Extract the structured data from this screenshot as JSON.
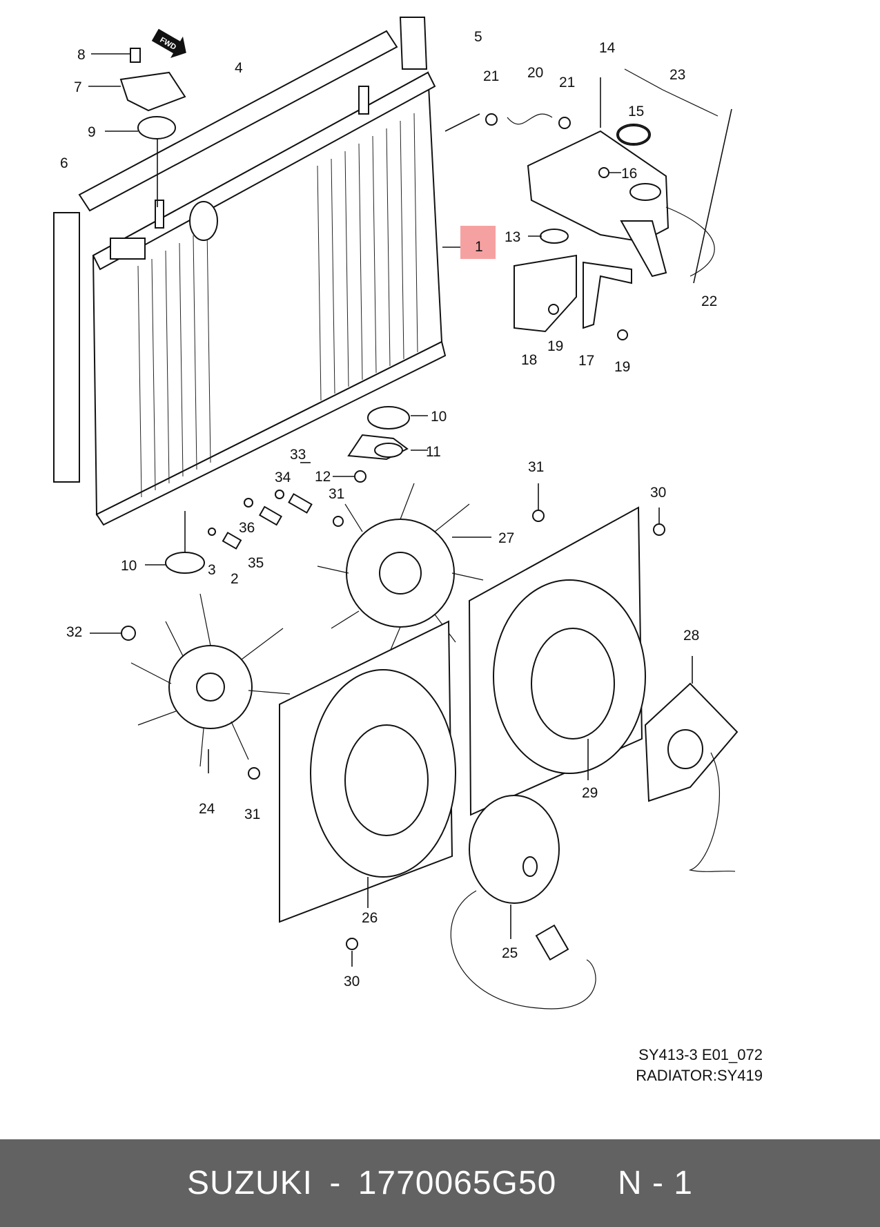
{
  "diagram": {
    "fwd_badge": "FWD",
    "highlighted_callout": "1",
    "callouts": [
      {
        "label": "1"
      },
      {
        "label": "2"
      },
      {
        "label": "3"
      },
      {
        "label": "4"
      },
      {
        "label": "5"
      },
      {
        "label": "6"
      },
      {
        "label": "7"
      },
      {
        "label": "8"
      },
      {
        "label": "9"
      },
      {
        "label": "10"
      },
      {
        "label": "10"
      },
      {
        "label": "10"
      },
      {
        "label": "11"
      },
      {
        "label": "12"
      },
      {
        "label": "13"
      },
      {
        "label": "14"
      },
      {
        "label": "15"
      },
      {
        "label": "16"
      },
      {
        "label": "17"
      },
      {
        "label": "18"
      },
      {
        "label": "19"
      },
      {
        "label": "19"
      },
      {
        "label": "20"
      },
      {
        "label": "21"
      },
      {
        "label": "21"
      },
      {
        "label": "22"
      },
      {
        "label": "23"
      },
      {
        "label": "24"
      },
      {
        "label": "25"
      },
      {
        "label": "26"
      },
      {
        "label": "27"
      },
      {
        "label": "28"
      },
      {
        "label": "29"
      },
      {
        "label": "30"
      },
      {
        "label": "30"
      },
      {
        "label": "31"
      },
      {
        "label": "31"
      },
      {
        "label": "31"
      },
      {
        "label": "32"
      },
      {
        "label": "33"
      },
      {
        "label": "34"
      },
      {
        "label": "35"
      },
      {
        "label": "36"
      }
    ],
    "code_line1": "SY413-3 E01_072",
    "code_line2": "RADIATOR:SY419"
  },
  "footer": {
    "brand": "SUZUKI",
    "separator1": "-",
    "part_number": "1770065G50",
    "position": "N - 1"
  }
}
